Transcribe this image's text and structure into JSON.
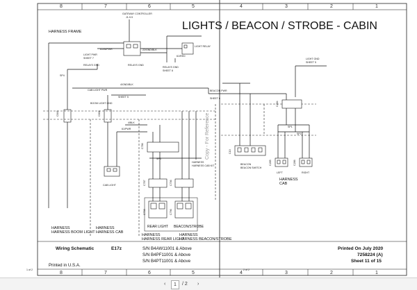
{
  "page": {
    "title": "LIGHTS / BEACON / STROBE - CABIN",
    "columns_left": [
      "8",
      "7",
      "6",
      "5"
    ],
    "columns_right": [
      "4",
      "3",
      "2",
      "1"
    ],
    "left_footer": "1 of 2",
    "right_footer": "2 of 2",
    "watermark": "Copy - For Reference"
  },
  "labels": {
    "harness_frame": "HARNESS FRAME",
    "gateway_controller": "GATEWAY CONTROLLER",
    "gateway_pin": "J1-5.5",
    "relays_gnd": "RELAYS GND",
    "light_pwr": "LIGHT PWR",
    "light_relay": "LIGHT RELAY",
    "sheet7": "SHEET 7",
    "sheet8": "SHEET 8",
    "sheet5": "SHEET 5",
    "sheet6": "SHEET 6",
    "cab_light_pwr": "CAB LIGHT PWR",
    "boom_light_gnd": "BOOM LIGHT GND",
    "beacon_pwr": "BEACON PWR",
    "light_gnd": "LIGHT GND",
    "sp4": "SP4",
    "sp1": "SP1",
    "sp2": "SP2",
    "harness_boom_light": "HARNESS BOOM LIGHT",
    "harness_cab": "HARNESS CAB",
    "harness_cab_kit": "HARNESS CAB KIT",
    "harness_rear_light": "HARNESS REAR LIGHT",
    "harness_beacon_strobe": "HARNESS BEACON/STROBE",
    "cab_light": "CAB LIGHT",
    "beacon_switch": "BEACON SWITCH",
    "rear_light": "REAR LIGHT",
    "beacon_strobe": "BEACON/STROBE",
    "left": "LEFT",
    "right": "RIGHT",
    "harness_cab2": "HARNESS CAB",
    "c_ids": [
      "C845",
      "C808",
      "C786",
      "C787",
      "C706",
      "C739",
      "C796",
      "C10",
      "C284",
      "C285",
      "C286"
    ],
    "wires": [
      "61/W/PWR",
      "22/GND/BLK",
      "61/RED",
      "4/GND/BLK",
      "61/PWR",
      "4/BLK",
      "61/BLK",
      "6/GND/BLK",
      "61/PWR",
      "22/GND"
    ]
  },
  "info": {
    "wiring_schematic": "Wiring Schematic",
    "model": "E17z",
    "sn1": "S/N B4AW11001 & Above",
    "sn2": "S/N B4PF11001 & Above",
    "sn3": "S/N B4PT11001 & Above",
    "printed_on": "Printed On July 2020",
    "part_no": "7258224 (A)",
    "sheet": "Sheet 11 of 15",
    "printed_in": "Printed in U.S.A."
  },
  "toolbar": {
    "page_current": "1",
    "page_total": "/ 2",
    "prev": "‹",
    "next": "›"
  }
}
